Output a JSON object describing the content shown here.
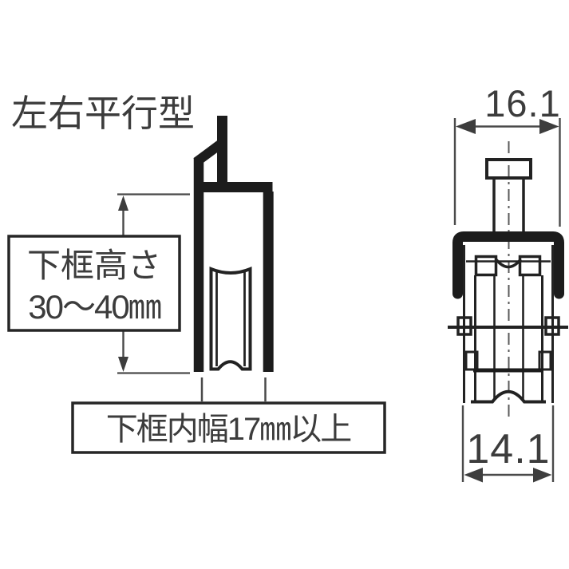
{
  "diagram": {
    "type_label": "左右平行型",
    "side_view": {
      "height_box_line1": "下框高さ",
      "height_box_line2": "30〜40㎜",
      "width_box_label": "下框内幅17㎜以上"
    },
    "front_view": {
      "top_width_mm": "16.1",
      "bottom_width_mm": "14.1"
    },
    "colors": {
      "background": "#ffffff",
      "main_line": "#1c1c1c",
      "dimension_line": "#4a4a4a",
      "text": "#3c3c3c"
    }
  }
}
